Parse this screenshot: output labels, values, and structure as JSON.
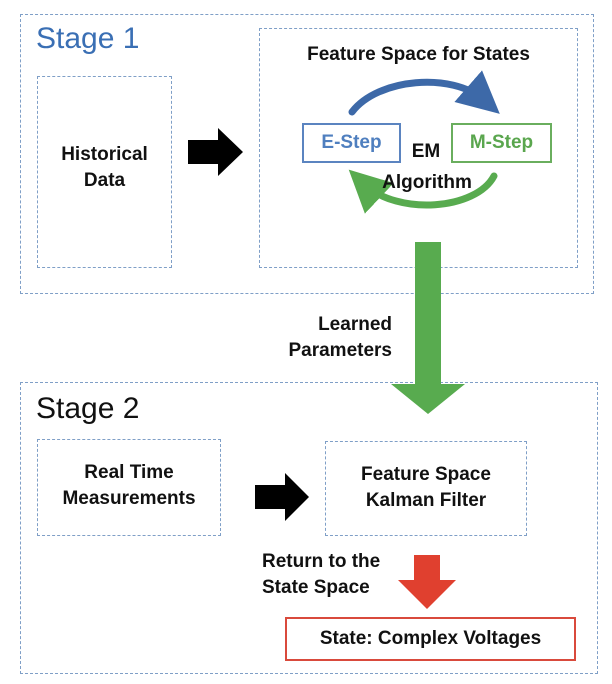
{
  "stage1": {
    "title": "Stage 1",
    "historical_data": "Historical\nData",
    "feature_space_title": "Feature Space for States",
    "e_step": "E-Step",
    "m_step": "M-Step",
    "em": "EM",
    "algorithm": "Algorithm"
  },
  "learned_parameters": "Learned\nParameters",
  "stage2": {
    "title": "Stage 2",
    "real_time": "Real Time\nMeasurements",
    "kalman": "Feature Space\nKalman Filter",
    "return_label": "Return to the\nState Space",
    "state_output": "State: Complex Voltages"
  },
  "colors": {
    "stage1_title": "#3a6fb4",
    "stage2_title": "#111111",
    "dashed_border": "#7f9fc7",
    "e_step": "#4f7fbf",
    "m_step": "#5aa64e",
    "blue_arrow": "#3d69a8",
    "green_arrow": "#58ab4f",
    "red_arrow": "#e0402f",
    "black_arrow": "#000000"
  }
}
